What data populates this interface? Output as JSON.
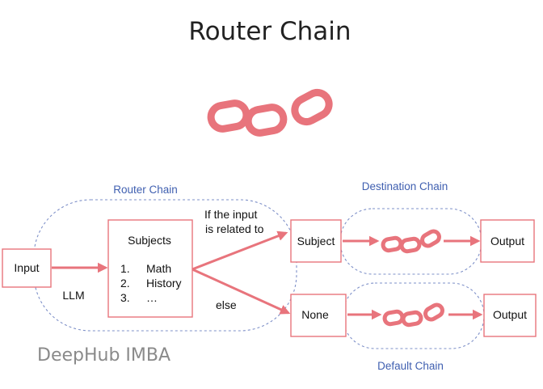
{
  "title": "Router Chain",
  "router_chain": {
    "label": "Router Chain",
    "input_label": "Input",
    "llm_label": "LLM",
    "subjects": {
      "heading": "Subjects",
      "items": [
        {
          "num": "1.",
          "text": "Math"
        },
        {
          "num": "2.",
          "text": "History"
        },
        {
          "num": "3.",
          "text": "…"
        }
      ]
    },
    "condition_if_line1": "If the input",
    "condition_if_line2": "is related to",
    "condition_else": "else"
  },
  "destination_chain": {
    "label": "Destination Chain",
    "subject_label": "Subject",
    "output_label": "Output"
  },
  "default_chain": {
    "label": "Default Chain",
    "none_label": "None",
    "output_label": "Output"
  },
  "watermark": "DeepHub IMBA",
  "colors": {
    "accent": "#e8747c",
    "dashed_border": "#7e90c8",
    "label_blue": "#3f5fb0"
  }
}
